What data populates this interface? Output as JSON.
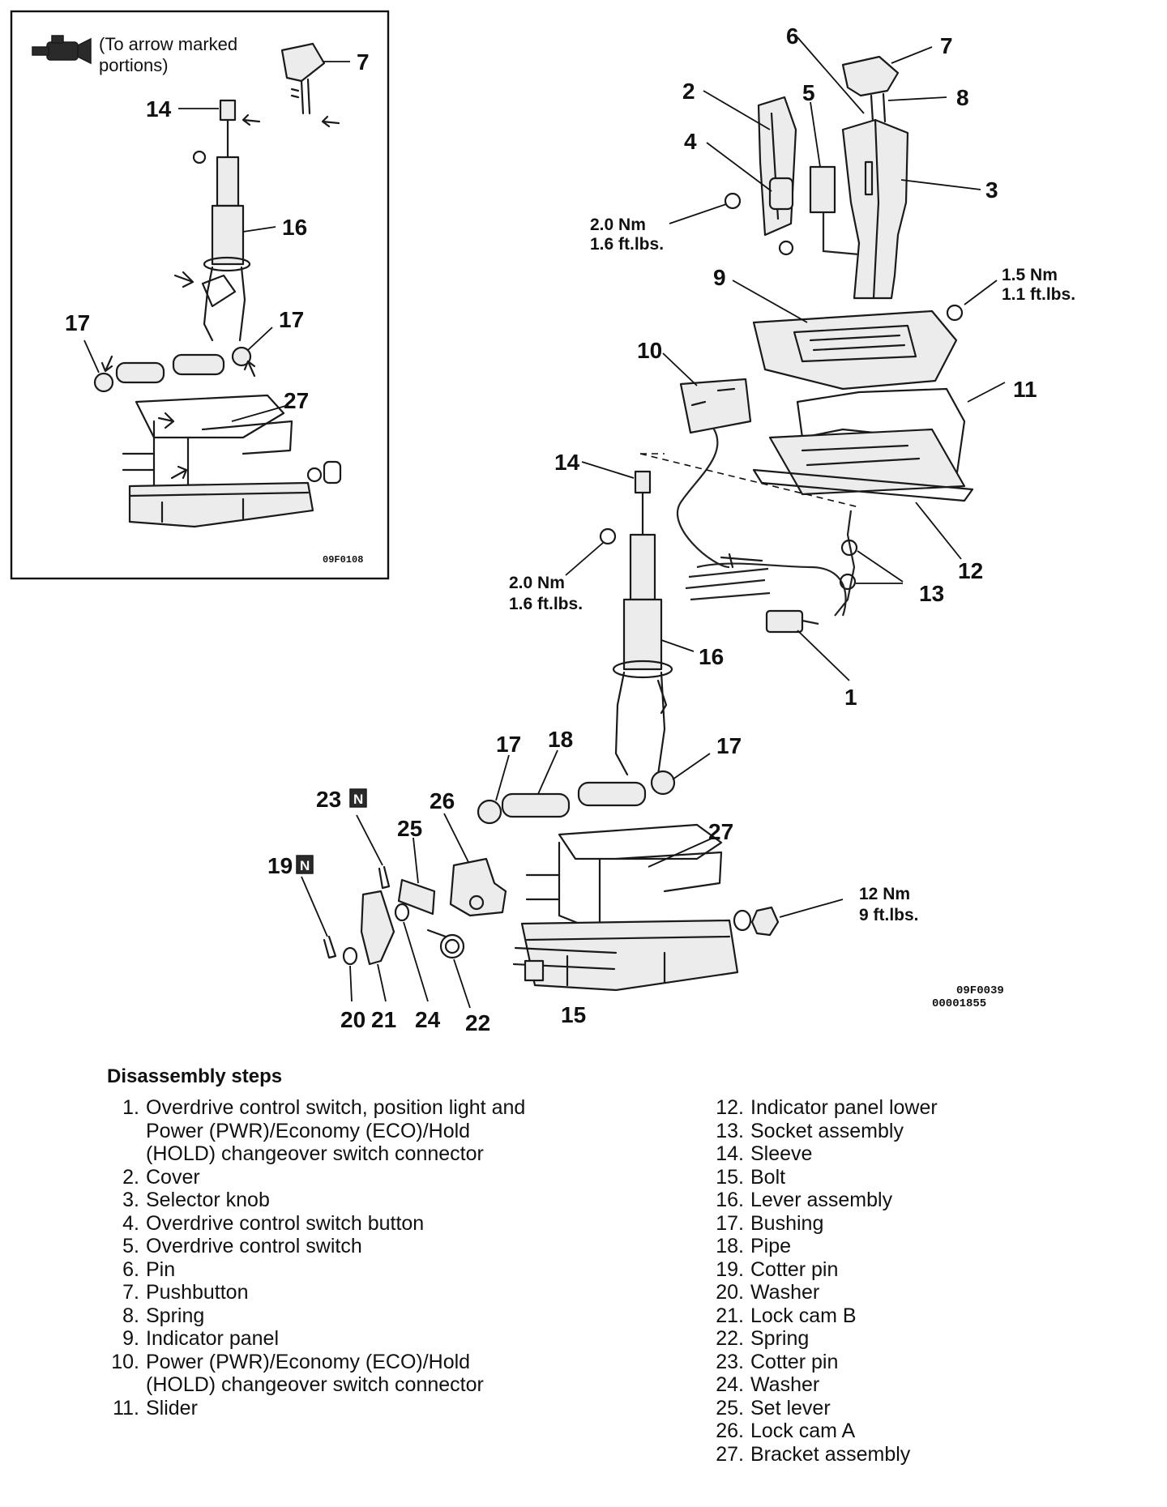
{
  "figure": {
    "inset": {
      "caption_line1": "(To arrow marked",
      "caption_line2": "portions)",
      "code": "09F0108",
      "callouts": {
        "c7": "7",
        "c14": "14",
        "c16": "16",
        "c17a": "17",
        "c17b": "17",
        "c27": "27"
      }
    },
    "callouts": {
      "c1": "1",
      "c2": "2",
      "c3": "3",
      "c4": "4",
      "c5": "5",
      "c6": "6",
      "c7": "7",
      "c8": "8",
      "c9": "9",
      "c10": "10",
      "c11": "11",
      "c12": "12",
      "c13": "13",
      "c14": "14",
      "c15": "15",
      "c16": "16",
      "c17a": "17",
      "c17b": "17",
      "c18": "18",
      "c19": "19",
      "c20": "20",
      "c21": "21",
      "c22": "22",
      "c23": "23",
      "c24": "24",
      "c25": "25",
      "c26": "26",
      "c27": "27"
    },
    "new_part_mark": "N",
    "torques": {
      "t1_nm": "2.0 Nm",
      "t1_ft": "1.6 ft.lbs.",
      "t2_nm": "1.5 Nm",
      "t2_ft": "1.1 ft.lbs.",
      "t3_nm": "2.0 Nm",
      "t3_ft": "1.6 ft.lbs.",
      "t4_nm": "12 Nm",
      "t4_ft": "9 ft.lbs."
    },
    "codes": {
      "code1": "09F0039",
      "code2": "00001855"
    }
  },
  "steps": {
    "title": "Disassembly steps",
    "left": [
      {
        "num": "1.",
        "text": "Overdrive control switch, position light and Power (PWR)/Economy (ECO)/Hold (HOLD) changeover switch connector"
      },
      {
        "num": "2.",
        "text": "Cover"
      },
      {
        "num": "3.",
        "text": "Selector knob"
      },
      {
        "num": "4.",
        "text": "Overdrive control switch button"
      },
      {
        "num": "5.",
        "text": "Overdrive control switch"
      },
      {
        "num": "6.",
        "text": "Pin"
      },
      {
        "num": "7.",
        "text": "Pushbutton"
      },
      {
        "num": "8.",
        "text": "Spring"
      },
      {
        "num": "9.",
        "text": "Indicator panel"
      },
      {
        "num": "10.",
        "text": "Power (PWR)/Economy (ECO)/Hold (HOLD) changeover switch connector"
      },
      {
        "num": "11.",
        "text": "Slider"
      }
    ],
    "right": [
      {
        "num": "12.",
        "text": "Indicator panel lower"
      },
      {
        "num": "13.",
        "text": "Socket assembly"
      },
      {
        "num": "14.",
        "text": "Sleeve"
      },
      {
        "num": "15.",
        "text": "Bolt"
      },
      {
        "num": "16.",
        "text": "Lever assembly"
      },
      {
        "num": "17.",
        "text": "Bushing"
      },
      {
        "num": "18.",
        "text": "Pipe"
      },
      {
        "num": "19.",
        "text": "Cotter pin"
      },
      {
        "num": "20.",
        "text": "Washer"
      },
      {
        "num": "21.",
        "text": "Lock cam B"
      },
      {
        "num": "22.",
        "text": "Spring"
      },
      {
        "num": "23.",
        "text": "Cotter pin"
      },
      {
        "num": "24.",
        "text": "Washer"
      },
      {
        "num": "25.",
        "text": "Set lever"
      },
      {
        "num": "26.",
        "text": "Lock cam A"
      },
      {
        "num": "27.",
        "text": "Bracket assembly"
      }
    ]
  }
}
